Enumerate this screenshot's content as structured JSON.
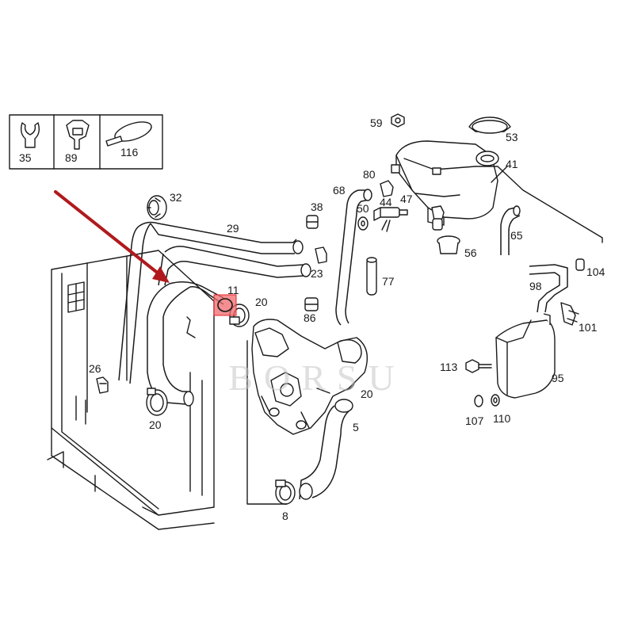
{
  "legend": {
    "items": [
      {
        "ref": "35",
        "icon": "clip-icon"
      },
      {
        "ref": "89",
        "icon": "holder-icon"
      },
      {
        "ref": "116",
        "icon": "cable-tie-icon"
      }
    ]
  },
  "callouts": {
    "c59": "59",
    "c53": "53",
    "c41": "41",
    "c80": "80",
    "c68": "68",
    "c38": "38",
    "c50": "50",
    "c44": "44",
    "c47": "47",
    "c32": "32",
    "c29": "29",
    "c56": "56",
    "c65": "65",
    "c23": "23",
    "c77": "77",
    "c104": "104",
    "c98": "98",
    "c11": "11",
    "c20a": "20",
    "c86": "86",
    "c101": "101",
    "c26": "26",
    "c113": "113",
    "c95": "95",
    "c20b": "20",
    "c20c": "20",
    "c5": "5",
    "c107": "107",
    "c110": "110",
    "c8": "8"
  },
  "highlight": {
    "ref": "11",
    "color": "#e8262b"
  },
  "arrow": {
    "color": "#b0191d"
  },
  "watermark": {
    "text": "BORSU"
  }
}
